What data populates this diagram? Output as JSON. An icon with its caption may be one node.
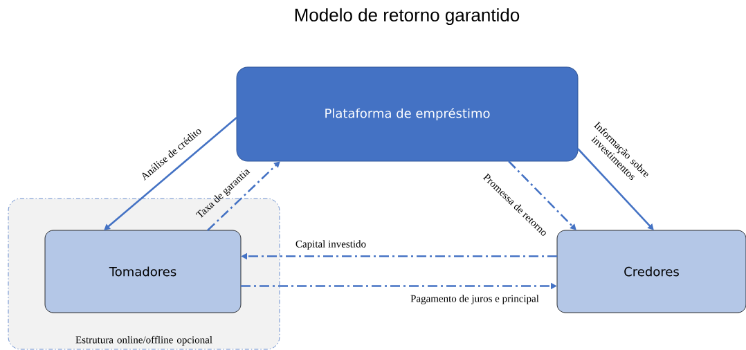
{
  "diagram": {
    "title": "Modelo de retorno garantido",
    "nodes": [
      {
        "text": [
          "Plataforma de empréstimo"
        ]
      },
      {
        "text": [
          "Estrutura online/offline opcional"
        ]
      },
      {
        "text": [
          "Tomadores"
        ],
        "in": 1
      },
      {
        "text": [
          "Credores"
        ]
      }
    ],
    "edges": [
      {
        "from": 0,
        "to": 2,
        "arrow": "to",
        "label": "Análise de crédito"
      },
      {
        "from": 2,
        "to": 0,
        "arrow": "to",
        "label": "Taxa de garantia",
        "style": "dashed"
      },
      {
        "from": 0,
        "to": 3,
        "arrow": "to",
        "label": "Promessa de retorno",
        "style": "dashed"
      },
      {
        "from": 0,
        "to": 3,
        "arrow": "to",
        "label": "Informação sobre investimentos"
      },
      {
        "from": 3,
        "to": 2,
        "arrow": "to",
        "label": "Capital investido",
        "style": "dashed"
      },
      {
        "from": 2,
        "to": 3,
        "arrow": "to",
        "label": "Pagamento de juros e principal",
        "style": "dashed"
      }
    ]
  }
}
